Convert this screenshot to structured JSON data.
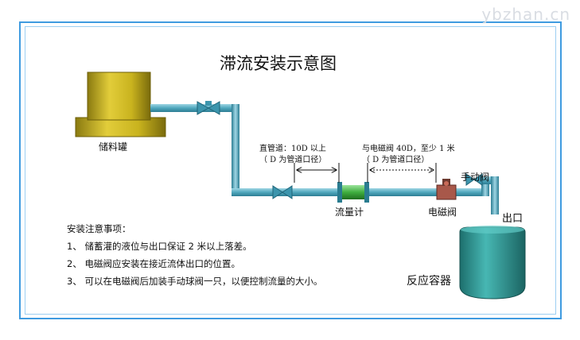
{
  "watermark": "ybzhan.cn",
  "title": "滞流安装示意图",
  "labels": {
    "tank": "储料罐",
    "straight_pipe": "直管道：10D 以上",
    "straight_pipe_note": "（ D 为管道口径）",
    "valve_distance": "与电磁阀 40D，至少 1 米",
    "valve_distance_note": "（ D 为管道口径）",
    "manual_valve": "手动阀",
    "flowmeter": "流量计",
    "solenoid_valve": "电磁阀",
    "outlet": "出口",
    "reactor": "反应容器"
  },
  "notes": {
    "heading": "安装注意事项：",
    "items": [
      "1、 储蓄灌的液位与出口保证 2 米以上落差。",
      "2、 电磁阀应安装在接近流体出口的位置。",
      "3、 可以在电磁阀后加装手动球阀一只，以便控制流量的大小。"
    ]
  },
  "colors": {
    "frame": "#3f9be0",
    "pipe": "#5fb3c7",
    "tank": "#c9b31e",
    "reactor": "#2e9c9a",
    "flowmeter": "#3fae3f"
  }
}
